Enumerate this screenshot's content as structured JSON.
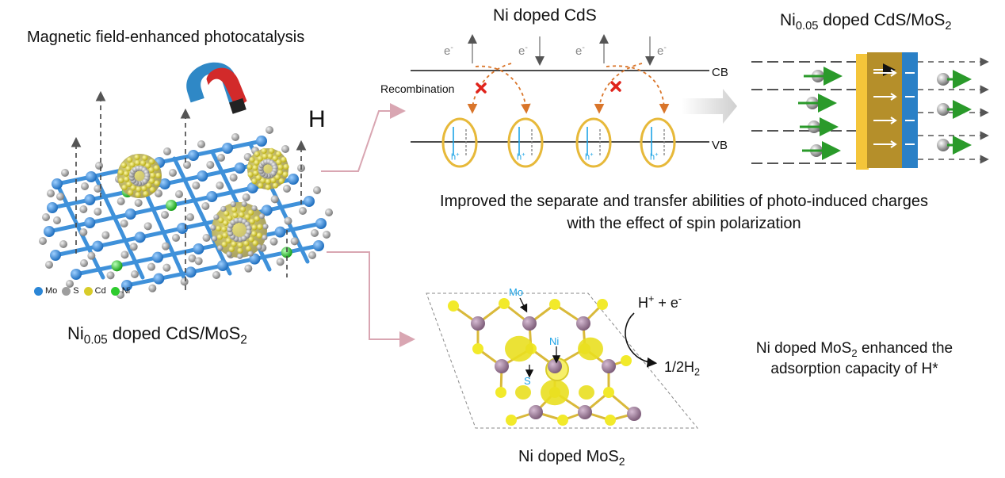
{
  "title": "Magnetic field-enhanced photocatalysis",
  "left_caption": {
    "pre": "Ni",
    "sub": "0.05",
    "mid": " doped CdS/MoS",
    "sub2": "2"
  },
  "h_label": "H",
  "legend": [
    {
      "label": "Mo",
      "color": "#2b86d6"
    },
    {
      "label": "S",
      "color": "#9e9e9e"
    },
    {
      "label": "Cd",
      "color": "#d8cc2a"
    },
    {
      "label": "Ni",
      "color": "#2ecb2e"
    }
  ],
  "band_diagram": {
    "title": "Ni doped CdS",
    "cb_label": "CB",
    "vb_label": "VB",
    "recombination": "Recombination",
    "electron": "e",
    "electron_sup": "-",
    "hole": "h",
    "hole_sup": "+"
  },
  "spin_panel": {
    "pre": "Ni",
    "sub": "0.05",
    "mid": " doped CdS/MoS",
    "sub2": "2"
  },
  "improved_line1": "Improved the separate and transfer abilities of photo-induced charges",
  "improved_line2": "with the effect of spin polarization",
  "structure": {
    "caption_pre": "Ni doped MoS",
    "caption_sub": "2",
    "mo_label": "Mo",
    "ni_label": "Ni",
    "s_label": "S"
  },
  "reaction": {
    "reactants": "H",
    "sup1": "+",
    "plus": " + e",
    "sup2": "-",
    "product_pre": "1/2H",
    "product_sub": "2"
  },
  "adsorption": {
    "line1_pre": "Ni doped MoS",
    "line1_sub": "2",
    "line1_post": " enhanced the",
    "line2": "adsorption capacity of H*"
  },
  "colors": {
    "mo_blue": "#2b86d6",
    "s_grey": "#9e9e9e",
    "cd_yellow": "#d8cc2a",
    "ni_green": "#2ecb2e",
    "arrow_pink": "#d9a6b2",
    "hole_ring": "#e7b93a",
    "label_blue": "#1ea4e6",
    "recomb_red": "#e0231b",
    "dash_orange": "#d9752a",
    "mo_purple": "#9c7a98",
    "s_yellow": "#f2ea2a"
  }
}
